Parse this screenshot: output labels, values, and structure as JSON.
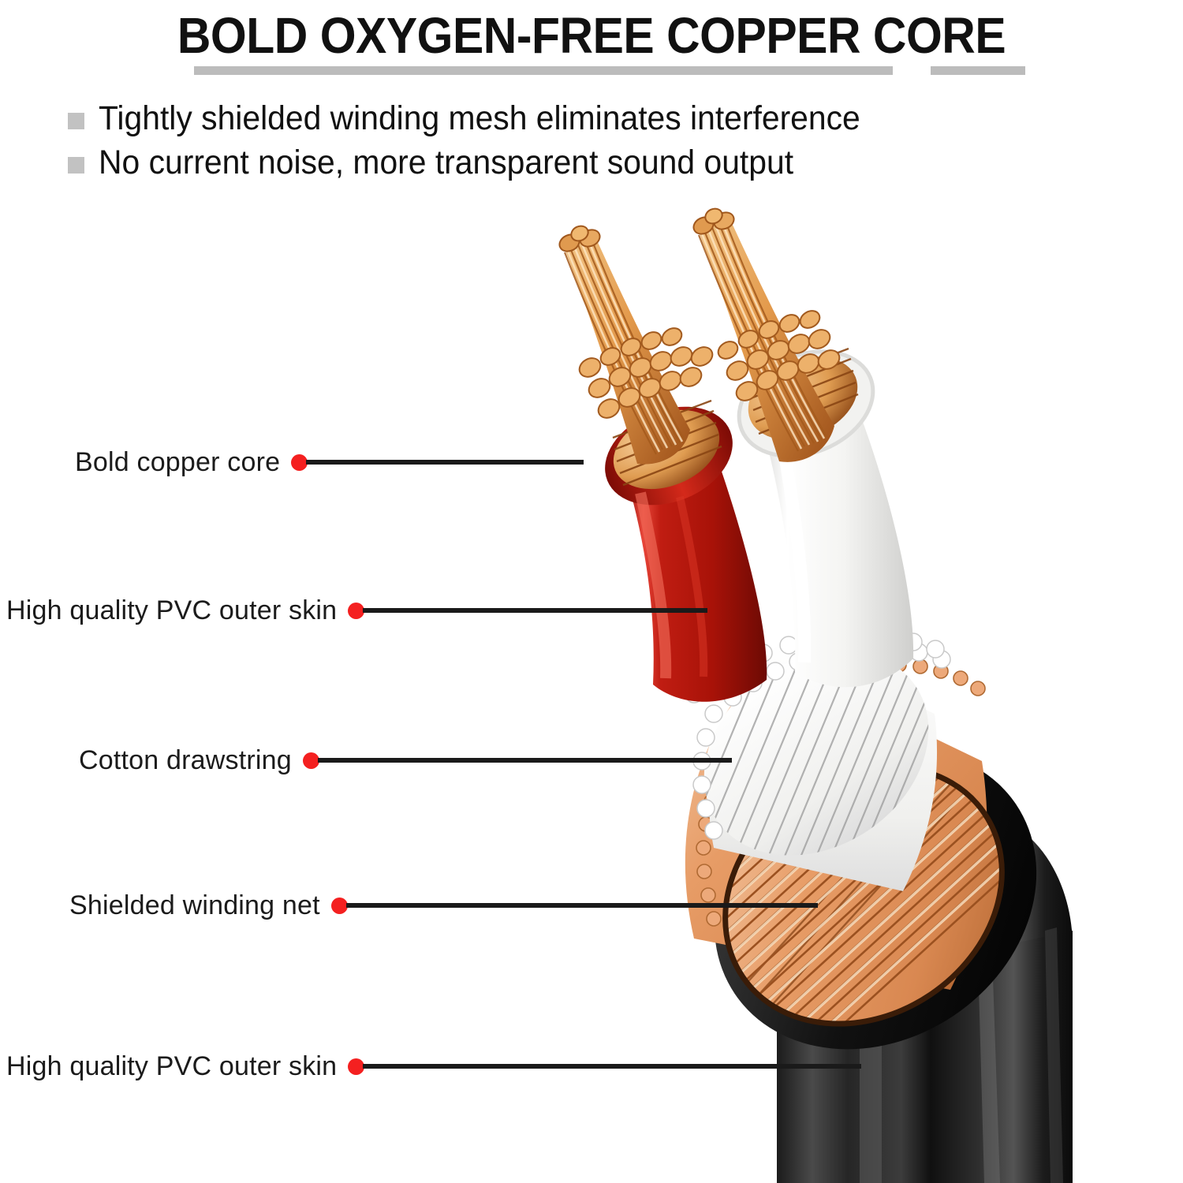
{
  "header": {
    "title": "BOLD OXYGEN-FREE COPPER CORE",
    "bullets": [
      "Tightly shielded winding mesh eliminates interference",
      "No current noise, more transparent sound output"
    ],
    "bullet_marker": "gray-square",
    "underline_color": "#bcbcbc"
  },
  "callouts": [
    {
      "label": "Bold copper core",
      "line_width": 352,
      "dot_color": "#f42020"
    },
    {
      "label": "High quality PVC outer skin",
      "line_width": 437,
      "dot_color": "#f42020"
    },
    {
      "label": "Cotton drawstring",
      "line_width": 525,
      "dot_color": "#f42020"
    },
    {
      "label": "Shielded winding net",
      "line_width": 598,
      "dot_color": "#f42020"
    },
    {
      "label": "High quality PVC outer skin",
      "line_width": 632,
      "dot_color": "#f42020"
    }
  ],
  "illustration": {
    "subject": "speaker-cable-cutaway",
    "layers": [
      {
        "name": "copper-core-strands",
        "color": "#e8a055"
      },
      {
        "name": "red-pvc-insulation",
        "color": "#bf1a12"
      },
      {
        "name": "white-pvc-insulation",
        "color": "#fbfbfb"
      },
      {
        "name": "cotton-drawstring",
        "color": "#f4f4f4"
      },
      {
        "name": "shield-winding-net",
        "color": "#e9a273"
      },
      {
        "name": "black-pvc-jacket",
        "color": "#1a1a1a"
      }
    ]
  }
}
